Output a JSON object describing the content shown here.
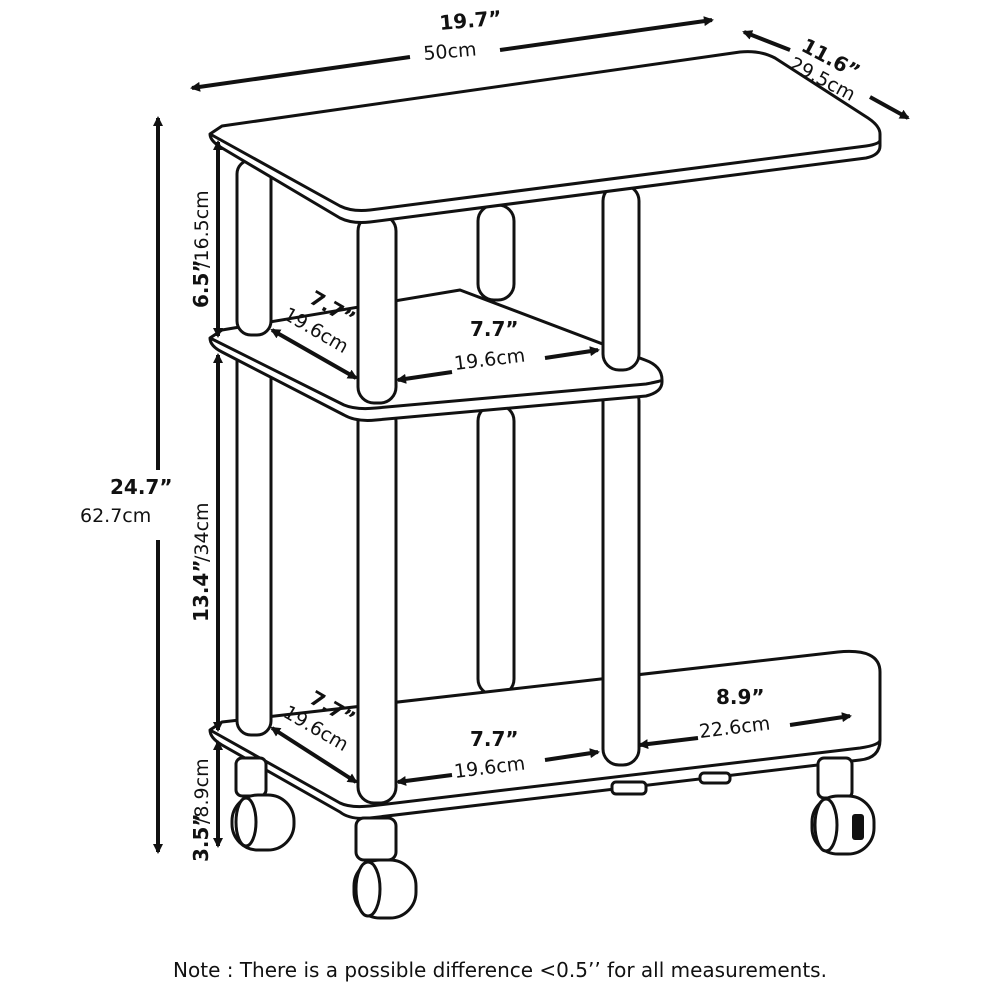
{
  "dimensions": {
    "top_width_in": "19.7”",
    "top_width_cm": "50cm",
    "depth_in": "11.6”",
    "depth_cm": "29.5cm",
    "total_height_in": "24.7”",
    "total_height_cm": "62.7cm",
    "upper_gap_in": "6.5”",
    "upper_gap_cm": "/16.5cm",
    "middle_gap_in": "13.4”",
    "middle_gap_cm": "/34cm",
    "bottom_gap_in": "3.5”",
    "bottom_gap_cm": "/8.9cm",
    "mid_shelf_depth_in": "7.7”",
    "mid_shelf_depth_cm": "19.6cm",
    "mid_shelf_width_in": "7.7”",
    "mid_shelf_width_cm": "19.6cm",
    "bottom_depth_in": "7.7”",
    "bottom_depth_cm": "19.6cm",
    "bottom_width_in": "7.7”",
    "bottom_width_cm": "19.6cm",
    "bottom_right_in": "8.9”",
    "bottom_right_cm": "22.6cm"
  },
  "note": "Note : There is a possible difference <0.5’’ for all measurements."
}
